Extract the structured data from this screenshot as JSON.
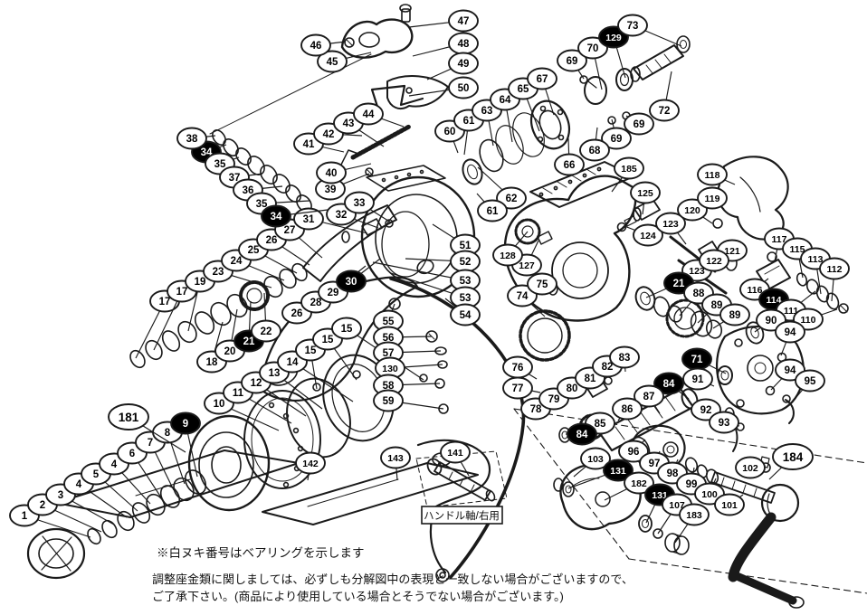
{
  "figure": {
    "background": "#ffffff",
    "line_color": "#1a1a1a",
    "bearing_balloon_fill": "#000000",
    "bearing_balloon_text": "#ffffff",
    "part_balloon_fill": "#ffffff",
    "part_balloon_text": "#000000"
  },
  "notes": {
    "note1": "※白ヌキ番号はベアリングを示します",
    "note2": "調整座金類に関しましては、必ずしも分解図中の表現と一致しない場合がございますので、",
    "note3": "ご了承下さい。(商品により使用している場合とそうでない場合がございます。)"
  },
  "handle_shaft_label": "ハンドル軸/右用",
  "callout_fields": [
    "number",
    "x",
    "y",
    "style_w_white_b_black",
    "leader_target_x",
    "leader_target_y",
    "large_flag"
  ],
  "callouts": [
    [
      "1",
      27,
      570,
      "w",
      100,
      594,
      0
    ],
    [
      "2",
      47,
      558,
      "w",
      112,
      588,
      0
    ],
    [
      "3",
      67,
      547,
      "w",
      126,
      580,
      0
    ],
    [
      "4",
      87,
      535,
      "w",
      140,
      572,
      0
    ],
    [
      "5",
      106,
      524,
      "w",
      152,
      565,
      0
    ],
    [
      "4",
      126,
      513,
      "w",
      166,
      557,
      0
    ],
    [
      "6",
      146,
      501,
      "w",
      178,
      550,
      0
    ],
    [
      "7",
      166,
      489,
      "w",
      192,
      542,
      0
    ],
    [
      "8",
      185,
      478,
      "w",
      204,
      535,
      0
    ],
    [
      "9",
      205,
      468,
      "b",
      218,
      527,
      0
    ],
    [
      "181",
      142,
      461,
      "w",
      205,
      500,
      1
    ],
    [
      "10",
      242,
      446,
      "w",
      308,
      476,
      0
    ],
    [
      "11",
      263,
      434,
      "w",
      322,
      468,
      0
    ],
    [
      "12",
      283,
      423,
      "w",
      338,
      460,
      0
    ],
    [
      "13",
      303,
      412,
      "w",
      356,
      452,
      0
    ],
    [
      "14",
      323,
      400,
      "w",
      390,
      444,
      0
    ],
    [
      "15",
      343,
      387,
      "w",
      350,
      430,
      0
    ],
    [
      "15",
      362,
      375,
      "w",
      394,
      420,
      0
    ],
    [
      "15",
      383,
      363,
      "w",
      468,
      420,
      0
    ],
    [
      "17",
      182,
      333,
      "w",
      150,
      396,
      0
    ],
    [
      "17",
      201,
      322,
      "w",
      170,
      387,
      0
    ],
    [
      "19",
      221,
      311,
      "w",
      208,
      366,
      0
    ],
    [
      "18",
      234,
      400,
      "w",
      246,
      356,
      0
    ],
    [
      "20",
      254,
      388,
      "w",
      262,
      342,
      0
    ],
    [
      "21",
      275,
      377,
      "b",
      277,
      333,
      0
    ],
    [
      "22",
      294,
      366,
      "w",
      292,
      324,
      0
    ],
    [
      "23",
      241,
      300,
      "w",
      300,
      318,
      0
    ],
    [
      "24",
      261,
      288,
      "w",
      314,
      310,
      0
    ],
    [
      "25",
      280,
      276,
      "w",
      328,
      302,
      0
    ],
    [
      "26",
      300,
      265,
      "w",
      342,
      293,
      0
    ],
    [
      "27",
      320,
      254,
      "w",
      356,
      285,
      0
    ],
    [
      "26",
      328,
      346,
      "w",
      344,
      334,
      0
    ],
    [
      "28",
      349,
      334,
      "w",
      390,
      300,
      0
    ],
    [
      "29",
      368,
      323,
      "w",
      404,
      294,
      0
    ],
    [
      "30",
      388,
      311,
      "b",
      420,
      286,
      0
    ],
    [
      "31",
      341,
      242,
      "w",
      406,
      258,
      0
    ],
    [
      "32",
      377,
      237,
      "w",
      418,
      252,
      0
    ],
    [
      "33",
      397,
      224,
      "w",
      432,
      246,
      0
    ],
    [
      "34",
      228,
      168,
      "b",
      250,
      160,
      0
    ],
    [
      "38",
      212,
      153,
      "w",
      238,
      150,
      0
    ],
    [
      "35",
      243,
      181,
      "w",
      264,
      174,
      0
    ],
    [
      "37",
      259,
      196,
      "w",
      290,
      192,
      0
    ],
    [
      "36",
      274,
      210,
      "w",
      312,
      206,
      0
    ],
    [
      "35",
      289,
      225,
      "w",
      342,
      222,
      0
    ],
    [
      "34",
      305,
      239,
      "b",
      362,
      232,
      0
    ],
    [
      "39",
      365,
      209,
      "w",
      408,
      192,
      0
    ],
    [
      "40",
      366,
      191,
      "w",
      410,
      181,
      0
    ],
    [
      "41",
      341,
      159,
      "w",
      380,
      168,
      0
    ],
    [
      "42",
      363,
      148,
      "w",
      400,
      150,
      0
    ],
    [
      "43",
      385,
      136,
      "w",
      424,
      162,
      0
    ],
    [
      "44",
      407,
      126,
      "w",
      446,
      140,
      0
    ],
    [
      "45",
      367,
      68,
      "w",
      410,
      58,
      0
    ],
    [
      "46",
      349,
      50,
      "w",
      382,
      46,
      0
    ],
    [
      "47",
      512,
      23,
      "w",
      452,
      30,
      0
    ],
    [
      "48",
      512,
      48,
      "w",
      456,
      62,
      0
    ],
    [
      "49",
      512,
      70,
      "w",
      472,
      88,
      0
    ],
    [
      "50",
      512,
      97,
      "w",
      452,
      106,
      0
    ],
    [
      "51",
      514,
      271,
      "w",
      478,
      248,
      0
    ],
    [
      "52",
      514,
      289,
      "w",
      448,
      286,
      0
    ],
    [
      "53",
      514,
      310,
      "w",
      412,
      290,
      0
    ],
    [
      "53",
      514,
      329,
      "w",
      432,
      302,
      0
    ],
    [
      "54",
      514,
      348,
      "w",
      492,
      330,
      0
    ],
    [
      "55",
      429,
      355,
      "w",
      436,
      336,
      0
    ],
    [
      "56",
      429,
      373,
      "w",
      477,
      372,
      0
    ],
    [
      "57",
      429,
      390,
      "w",
      487,
      388,
      0
    ],
    [
      "130",
      431,
      407,
      "w",
      489,
      403,
      0
    ],
    [
      "58",
      429,
      426,
      "w",
      486,
      424,
      0
    ],
    [
      "59",
      429,
      443,
      "w",
      490,
      452,
      0
    ],
    [
      "60",
      497,
      145,
      "w",
      506,
      169,
      0
    ],
    [
      "61",
      518,
      133,
      "w",
      513,
      171,
      0
    ],
    [
      "63",
      538,
      122,
      "w",
      545,
      161,
      0
    ],
    [
      "64",
      558,
      110,
      "w",
      566,
      157,
      0
    ],
    [
      "65",
      578,
      98,
      "w",
      596,
      145,
      0
    ],
    [
      "67",
      599,
      87,
      "w",
      612,
      127,
      0
    ],
    [
      "69",
      632,
      67,
      "w",
      645,
      87,
      0
    ],
    [
      "70",
      655,
      53,
      "w",
      665,
      99,
      0
    ],
    [
      "129",
      678,
      41,
      "b",
      691,
      86,
      0
    ],
    [
      "73",
      699,
      28,
      "w",
      753,
      51,
      0
    ],
    [
      "72",
      734,
      122,
      "w",
      742,
      79,
      0
    ],
    [
      "69",
      706,
      137,
      "w",
      692,
      128,
      0
    ],
    [
      "69",
      681,
      153,
      "w",
      676,
      132,
      0
    ],
    [
      "68",
      657,
      166,
      "w",
      660,
      141,
      0
    ],
    [
      "66",
      629,
      182,
      "w",
      628,
      153,
      0
    ],
    [
      "62",
      565,
      219,
      "w",
      528,
      185,
      0
    ],
    [
      "61",
      544,
      233,
      "w",
      527,
      214,
      0
    ],
    [
      "185",
      695,
      186,
      "w",
      676,
      212,
      0
    ],
    [
      "125",
      713,
      213,
      "w",
      710,
      237,
      0
    ],
    [
      "124",
      716,
      260,
      "w",
      690,
      250,
      0
    ],
    [
      "123",
      741,
      247,
      "w",
      758,
      270,
      0
    ],
    [
      "123",
      770,
      299,
      "w",
      757,
      309,
      0
    ],
    [
      "120",
      765,
      232,
      "w",
      787,
      247,
      0
    ],
    [
      "119",
      787,
      219,
      "w",
      800,
      231,
      0
    ],
    [
      "118",
      787,
      193,
      "w",
      812,
      204,
      0
    ],
    [
      "121",
      809,
      277,
      "w",
      806,
      288,
      0
    ],
    [
      "122",
      789,
      288,
      "w",
      786,
      281,
      0
    ],
    [
      "117",
      861,
      264,
      "w",
      856,
      289,
      0
    ],
    [
      "115",
      881,
      275,
      "w",
      887,
      307,
      0
    ],
    [
      "113",
      901,
      286,
      "w",
      907,
      325,
      0
    ],
    [
      "112",
      922,
      297,
      "w",
      919,
      333,
      0
    ],
    [
      "116",
      834,
      320,
      "w",
      849,
      308,
      0
    ],
    [
      "114",
      855,
      331,
      "b",
      867,
      339,
      0
    ],
    [
      "111",
      874,
      343,
      "w",
      901,
      322,
      0
    ],
    [
      "110",
      893,
      353,
      "w",
      925,
      342,
      0
    ],
    [
      "90",
      852,
      354,
      "w",
      834,
      367,
      0
    ],
    [
      "94",
      873,
      367,
      "w",
      863,
      393,
      0
    ],
    [
      "94",
      873,
      409,
      "w",
      852,
      431,
      0
    ],
    [
      "95",
      895,
      421,
      "w",
      875,
      445,
      0
    ],
    [
      "21",
      750,
      313,
      "b",
      714,
      329,
      0
    ],
    [
      "88",
      772,
      324,
      "w",
      751,
      349,
      0
    ],
    [
      "89",
      792,
      337,
      "w",
      771,
      357,
      0
    ],
    [
      "89",
      812,
      348,
      "w",
      788,
      363,
      0
    ],
    [
      "127",
      582,
      293,
      "w",
      595,
      266,
      0
    ],
    [
      "128",
      561,
      282,
      "w",
      583,
      256,
      0
    ],
    [
      "74",
      577,
      327,
      "w",
      602,
      350,
      0
    ],
    [
      "75",
      599,
      314,
      "w",
      611,
      319,
      0
    ],
    [
      "76",
      572,
      406,
      "w",
      593,
      419,
      0
    ],
    [
      "77",
      572,
      429,
      "w",
      597,
      434,
      0
    ],
    [
      "78",
      592,
      452,
      "w",
      609,
      451,
      0
    ],
    [
      "79",
      612,
      441,
      "w",
      617,
      444,
      0
    ],
    [
      "80",
      632,
      429,
      "w",
      651,
      424,
      0
    ],
    [
      "81",
      652,
      418,
      "w",
      661,
      415,
      0
    ],
    [
      "82",
      671,
      405,
      "w",
      677,
      407,
      0
    ],
    [
      "83",
      690,
      395,
      "w",
      691,
      411,
      0
    ],
    [
      "71",
      770,
      397,
      "b",
      802,
      413,
      0
    ],
    [
      "91",
      771,
      419,
      "w",
      789,
      427,
      0
    ],
    [
      "92",
      780,
      453,
      "w",
      805,
      457,
      0
    ],
    [
      "93",
      800,
      467,
      "w",
      817,
      471,
      0
    ],
    [
      "84",
      739,
      424,
      "b",
      761,
      441,
      0
    ],
    [
      "87",
      717,
      438,
      "w",
      729,
      457,
      0
    ],
    [
      "86",
      693,
      452,
      "w",
      683,
      465,
      0
    ],
    [
      "85",
      663,
      468,
      "w",
      652,
      473,
      0
    ],
    [
      "84",
      643,
      480,
      "b",
      625,
      480,
      0
    ],
    [
      "96",
      700,
      499,
      "w",
      713,
      486,
      0
    ],
    [
      "97",
      723,
      512,
      "w",
      729,
      499,
      0
    ],
    [
      "98",
      743,
      523,
      "w",
      749,
      508,
      0
    ],
    [
      "99",
      764,
      535,
      "w",
      767,
      517,
      0
    ],
    [
      "100",
      784,
      546,
      "w",
      791,
      529,
      0
    ],
    [
      "101",
      806,
      558,
      "w",
      821,
      547,
      0
    ],
    [
      "102",
      829,
      517,
      "w",
      843,
      519,
      0
    ],
    [
      "103",
      658,
      507,
      "w",
      634,
      527,
      0
    ],
    [
      "131",
      683,
      520,
      "b",
      628,
      540,
      0
    ],
    [
      "182",
      706,
      534,
      "w",
      668,
      553,
      0
    ],
    [
      "131",
      729,
      547,
      "b",
      714,
      578,
      0
    ],
    [
      "107",
      748,
      558,
      "w",
      727,
      590,
      0
    ],
    [
      "183",
      767,
      569,
      "w",
      746,
      600,
      0
    ],
    [
      "184",
      876,
      505,
      "w",
      850,
      530,
      1
    ],
    [
      "141",
      503,
      500,
      "w",
      518,
      526,
      0
    ],
    [
      "142",
      343,
      512,
      "w",
      340,
      531,
      0
    ],
    [
      "143",
      437,
      506,
      "w",
      439,
      531,
      0
    ]
  ]
}
